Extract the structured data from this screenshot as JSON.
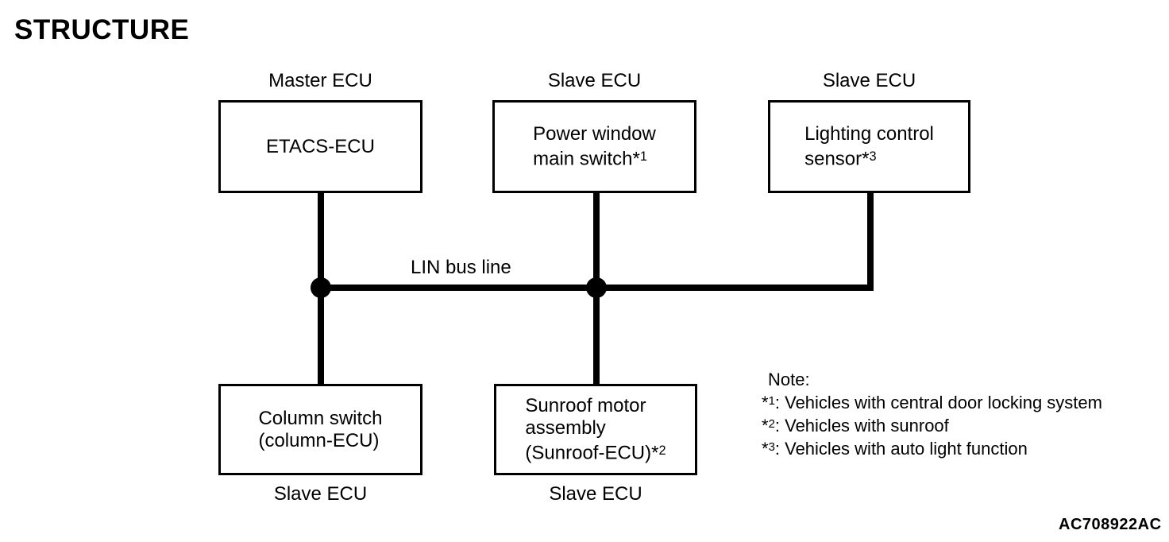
{
  "title": "STRUCTURE",
  "diagram": {
    "bus_label": "LIN bus line",
    "nodes": {
      "etacs": {
        "role": "Master ECU",
        "line1": "ETACS-ECU"
      },
      "power_window": {
        "role": "Slave ECU",
        "line1": "Power window",
        "line2": "main switch",
        "ref_star": "*",
        "ref_num": "1"
      },
      "lighting": {
        "role": "Slave ECU",
        "line1": "Lighting control",
        "line2": "sensor",
        "ref_star": "*",
        "ref_num": "3"
      },
      "column": {
        "role": "Slave ECU",
        "line1": "Column switch",
        "line2": "(column-ECU)"
      },
      "sunroof": {
        "role": "Slave ECU",
        "line1": "Sunroof motor",
        "line2": "assembly",
        "line3": "(Sunroof-ECU)",
        "ref_star": "*",
        "ref_num": "2"
      }
    }
  },
  "note": {
    "title": "Note:",
    "items": [
      {
        "star": "*",
        "sup": "1",
        "text": ": Vehicles with central door locking system"
      },
      {
        "star": "*",
        "sup": "2",
        "text": ": Vehicles with sunroof"
      },
      {
        "star": "*",
        "sup": "3",
        "text": ": Vehicles with auto light function"
      }
    ]
  },
  "figure_code": "AC708922AC",
  "colors": {
    "line": "#000000",
    "background": "#ffffff"
  }
}
